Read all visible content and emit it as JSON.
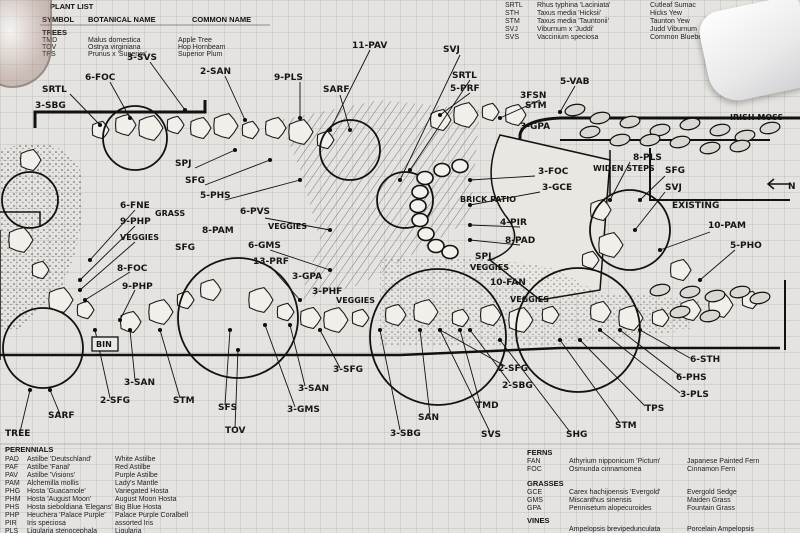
{
  "plant_list": {
    "title": "PLANT LIST",
    "col_symbol": "SYMBOL",
    "col_botanical": "BOTANICAL NAME",
    "col_common": "COMMON NAME",
    "trees_heading": "TREES",
    "trees": [
      {
        "sym": "TMD",
        "bot": "Malus domestica",
        "com": "Apple Tree"
      },
      {
        "sym": "TOV",
        "bot": "Ostrya virginiana",
        "com": "Hop Hornbeam"
      },
      {
        "sym": "TPS",
        "bot": "Prunus x 'Superior'",
        "com": "Superior Plum"
      }
    ]
  },
  "top_right_list": [
    {
      "sym": "SRTL",
      "bot": "Rhus typhina 'Laciniata'",
      "com": "Cutleaf Sumac"
    },
    {
      "sym": "STH",
      "bot": "Taxus media 'Hicksii'",
      "com": "Hicks Yew"
    },
    {
      "sym": "STM",
      "bot": "Taxus media 'Tauntonii'",
      "com": "Taunton Yew"
    },
    {
      "sym": "SVJ",
      "bot": "Viburnum x 'Juddi'",
      "com": "Judd Viburnum"
    },
    {
      "sym": "SVS",
      "bot": "Vaccinium speciosa",
      "com": "Common Blueberry"
    }
  ],
  "plan_labels": {
    "l1": "3-SVS",
    "l2": "6-FOC",
    "l3": "SRTL",
    "l4": "3-SBG",
    "l5": "2-SAN",
    "l6": "9-PLS",
    "l7": "11-PAV",
    "l8": "SARF",
    "l9": "SVJ",
    "l10": "SRTL",
    "l11": "5-PRF",
    "l12": "3FSN",
    "l13": "STM",
    "l14": "3-GPA",
    "l15": "5-VAB",
    "l16": "IRISH MOSS",
    "l17": "SPJ",
    "l18": "SFG",
    "l19": "5-PHS",
    "l20": "3-FOC",
    "l21": "3-GCE",
    "l22": "BRICK PATIO",
    "l23": "WIDEN STEPS",
    "l24": "8-PLS",
    "l25": "SFG",
    "l26": "SVJ",
    "l27": "EXISTING",
    "l28": "N",
    "l29": "6-FNE",
    "l30": "GRASS",
    "l31": "9-PHP",
    "l32": "VEGGIES",
    "l33": "8-FOC",
    "l34": "9-PHP",
    "l35": "SFG",
    "l36": "8-PAM",
    "l37": "6-PVS",
    "l38": "VEGGIES",
    "l39": "6-GMS",
    "l40": "13-PRF",
    "l41": "3-GPA",
    "l42": "3-PHF",
    "l43": "VEGGIES",
    "l44": "4-PIR",
    "l45": "8-PAD",
    "l46": "SPJ",
    "l47": "VEGGIES",
    "l48": "10-FAN",
    "l49": "VEGGIES",
    "l50": "10-PAM",
    "l51": "5-PHO",
    "l52": "6-STH",
    "l53": "6-PHS",
    "l54": "3-PLS",
    "l55": "TPS",
    "l56": "STM",
    "l57": "SHG",
    "l58": "SVS",
    "l59": "TMD",
    "l60": "SAN",
    "l61": "3-SBG",
    "l62": "2-SBG",
    "l63": "2-SFG",
    "l64": "3-SFG",
    "l65": "3-SAN",
    "l66": "3-GMS",
    "l67": "SFS",
    "l68": "TOV",
    "l69": "STM",
    "l70": "3-SAN",
    "l71": "2-SFG",
    "l72": "SARF",
    "l73": "TREE",
    "l74": "BIN"
  },
  "perennials": {
    "heading": "PERENNIALS",
    "rows": [
      {
        "sym": "PAD",
        "bot": "Astilbe 'Deutschland'",
        "com": "White Astilbe"
      },
      {
        "sym": "PAF",
        "bot": "Astilbe 'Fanal'",
        "com": "Red Astilbe"
      },
      {
        "sym": "PAV",
        "bot": "Astilbe 'Visions'",
        "com": "Purple Astilbe"
      },
      {
        "sym": "PAM",
        "bot": "Alchemilla mollis",
        "com": "Lady's Mantle"
      },
      {
        "sym": "PHG",
        "bot": "Hosta 'Guacamole'",
        "com": "Variegated Hosta"
      },
      {
        "sym": "PHM",
        "bot": "Hosta 'August Moon'",
        "com": "August Moon Hosta"
      },
      {
        "sym": "PHS",
        "bot": "Hosta sieboldiana 'Elegans'",
        "com": "Big Blue Hosta"
      },
      {
        "sym": "PHP",
        "bot": "Heuchera 'Palace Purple'",
        "com": "Palace Purple Coralbell"
      },
      {
        "sym": "PIR",
        "bot": "Iris speciosa",
        "com": "assorted Iris"
      },
      {
        "sym": "PLS",
        "bot": "Ligularia stenocephala",
        "com": "Ligularia"
      }
    ]
  },
  "ferns": {
    "heading": "FERNS",
    "rows": [
      {
        "sym": "FAN",
        "bot": "Athyrium nipponicum 'Pictum'",
        "com": "Japanese Painted Fern"
      },
      {
        "sym": "FOC",
        "bot": "Osmunda cinnamomea",
        "com": "Cinnamon Fern"
      }
    ]
  },
  "grasses": {
    "heading": "GRASSES",
    "rows": [
      {
        "sym": "GCE",
        "bot": "Carex hachijoensis 'Evergold'",
        "com": "Evergold Sedge"
      },
      {
        "sym": "GMS",
        "bot": "Miscanthus sinensis",
        "com": "Maiden Grass"
      },
      {
        "sym": "GPA",
        "bot": "Pennisetum alopecuroides",
        "com": "Fountain Grass"
      }
    ]
  },
  "vines": {
    "heading": "VINES",
    "rows": [
      {
        "sym": "",
        "bot": "Ampelopsis brevipedunculata",
        "com": "Porcelain Ampelopsis"
      }
    ]
  }
}
